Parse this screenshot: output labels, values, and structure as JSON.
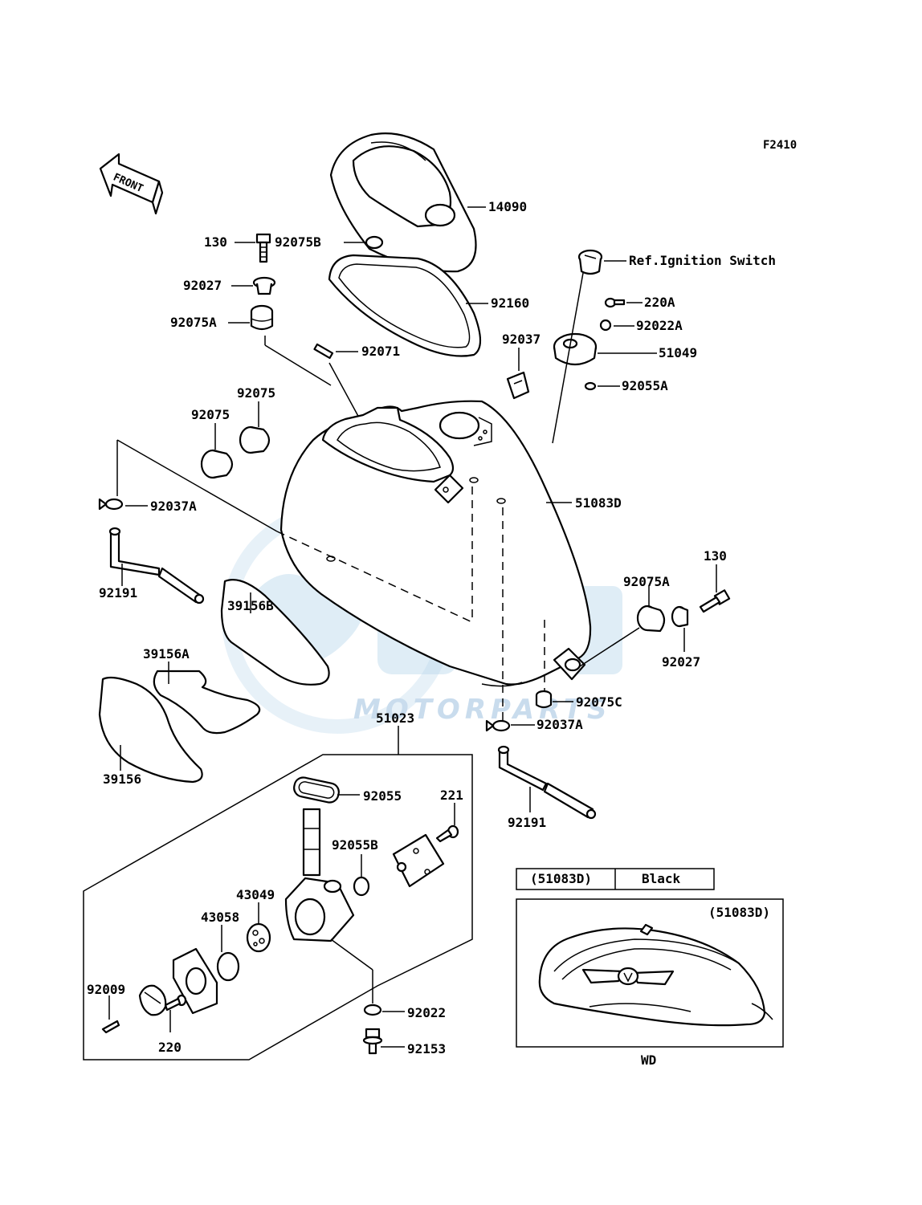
{
  "figure_code": "F2410",
  "front_label": "FRONT",
  "watermark": "MOTORPARTS",
  "inset": {
    "table_part": "(51083D)",
    "table_color": "Black",
    "box_label": "(51083D)",
    "caption": "WD"
  },
  "labels": {
    "p14090": "14090",
    "p130_top": "130",
    "p92075B": "92075B",
    "p92027_top": "92027",
    "p92160": "92160",
    "p92075A_top": "92075A",
    "p92071": "92071",
    "ref_ignition": "Ref.Ignition Switch",
    "p220A": "220A",
    "p92022A": "92022A",
    "p92037": "92037",
    "p51049": "51049",
    "p92055A": "92055A",
    "p92075_a": "92075",
    "p92075_b": "92075",
    "p92037A_left": "92037A",
    "p51083D": "51083D",
    "p92191_left": "92191",
    "p39156B": "39156B",
    "p130_right": "130",
    "p92075A_right": "92075A",
    "p92027_right": "92027",
    "p39156A": "39156A",
    "p92075C": "92075C",
    "p92037A_bottom": "92037A",
    "p51023": "51023",
    "p39156": "39156",
    "p92055": "92055",
    "p221": "221",
    "p92055B": "92055B",
    "p92191_right": "92191",
    "p43049": "43049",
    "p43058": "43058",
    "p92009": "92009",
    "p220": "220",
    "p92022": "92022",
    "p92153": "92153"
  }
}
